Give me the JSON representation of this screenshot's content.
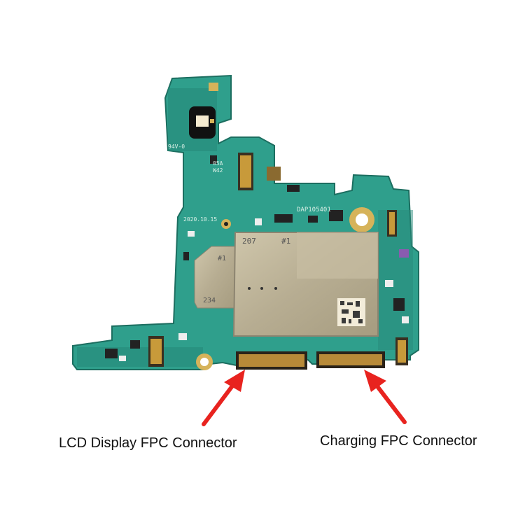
{
  "labels": {
    "lcd": "LCD Display FPC Connector",
    "charging": "Charging FPC Connector"
  },
  "board_markings": {
    "date": "2020.10.15",
    "code": "DAP105401",
    "shield_num_a": "207",
    "shield_num_b": "#1",
    "small_shield_num": "#1",
    "small_shield_code": "234",
    "rev": "94V-0",
    "mark_05a": "05A",
    "mark_w42": "W42"
  },
  "colors": {
    "pcb": "#2f9f8c",
    "pcb_dark": "#1f7c6b",
    "shield": "#b9b19a",
    "gold": "#d6b35a",
    "arrow": "#e8231f"
  }
}
